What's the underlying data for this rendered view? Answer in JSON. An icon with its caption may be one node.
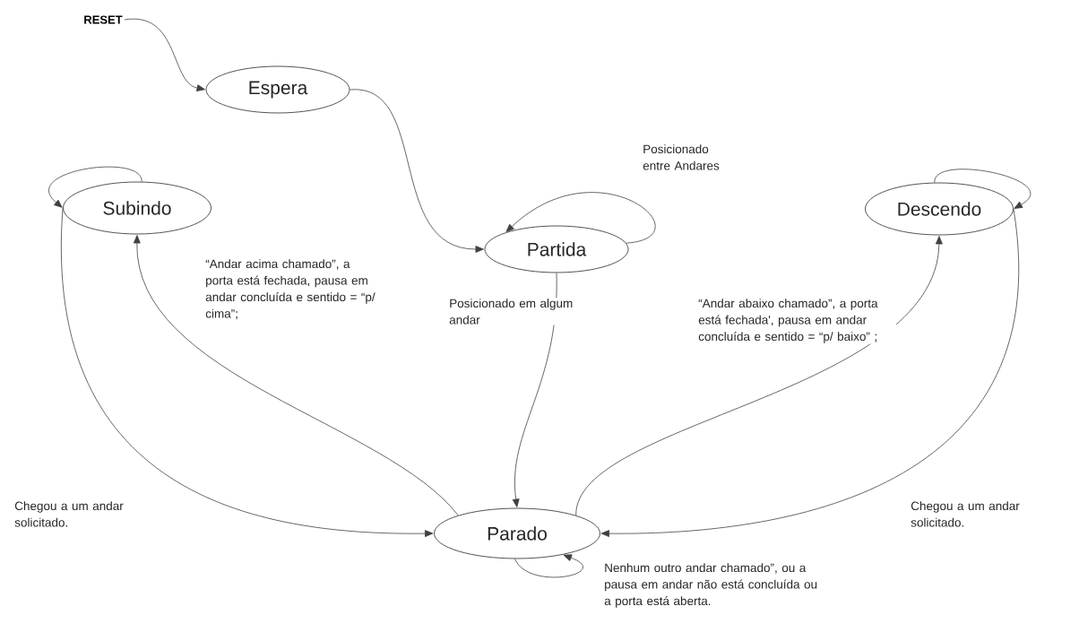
{
  "diagram": {
    "nodes": [
      {
        "text": [
          "RESET"
        ]
      },
      {
        "text": [
          "Espera"
        ]
      },
      {
        "text": [
          "Subindo"
        ]
      },
      {
        "text": [
          "Partida"
        ]
      },
      {
        "text": [
          "Descendo"
        ]
      },
      {
        "text": [
          "Parado"
        ]
      }
    ],
    "edges": [
      {
        "from": 0,
        "to": 1,
        "arrow": "to"
      },
      {
        "from": 1,
        "to": 3,
        "arrow": "to"
      },
      {
        "from": 3,
        "to": 3,
        "arrow": "to",
        "label": "Posicionado entre Andares"
      },
      {
        "from": 2,
        "to": 2,
        "arrow": "to"
      },
      {
        "from": 4,
        "to": 4,
        "arrow": "to"
      },
      {
        "from": 3,
        "to": 5,
        "arrow": "to",
        "label": "Posicionado em algum andar"
      },
      {
        "from": 5,
        "to": 2,
        "arrow": "to",
        "label": "“Andar acima chamado”, a porta está fechada, pausa em andar concluída e sentido = “p/ cima”;"
      },
      {
        "from": 5,
        "to": 4,
        "arrow": "to",
        "label": "“Andar abaixo chamado”, a porta está fechada', pausa em andar concluída e sentido = “p/ baixo” ;"
      },
      {
        "from": 2,
        "to": 5,
        "arrow": "to",
        "label": "Chegou a um andar solicitado."
      },
      {
        "from": 4,
        "to": 5,
        "arrow": "to",
        "label": "Chegou a um andar solicitado."
      },
      {
        "from": 5,
        "to": 5,
        "arrow": "to",
        "label": "Nenhum outro andar chamado”, ou a pausa em andar não está concluída ou a porta está aberta."
      }
    ]
  }
}
